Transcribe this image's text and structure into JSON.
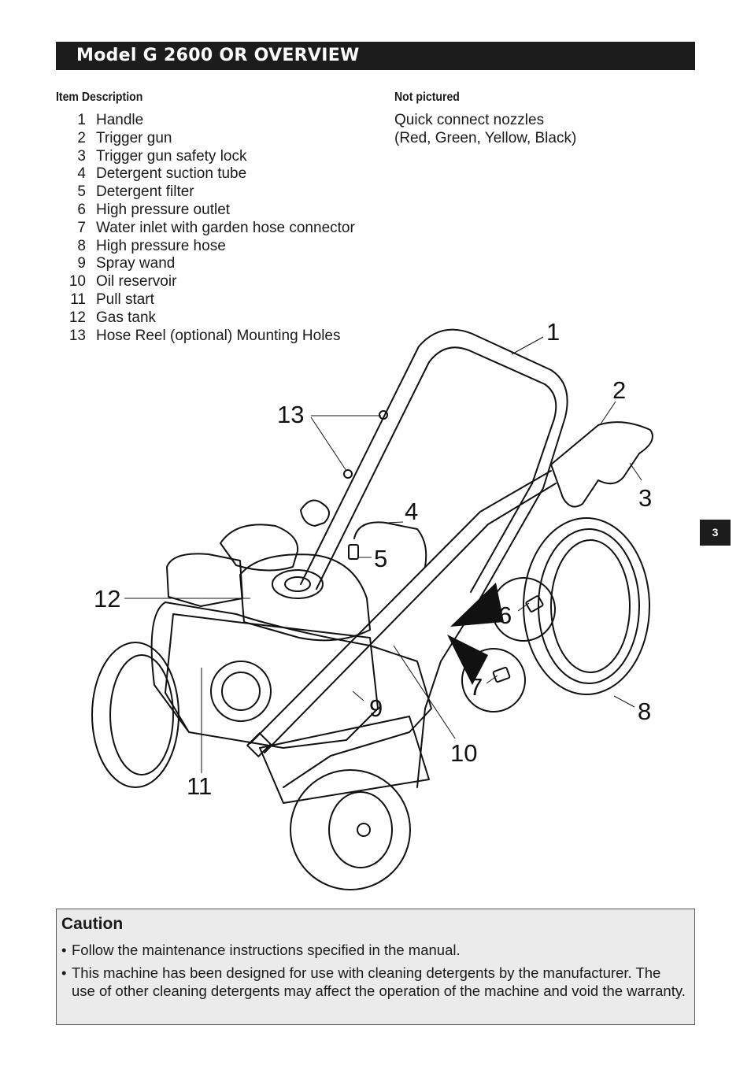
{
  "header": {
    "title": "Model G 2600 OR  OVERVIEW"
  },
  "item_description": {
    "heading": "Item Description",
    "items": [
      {
        "num": "1",
        "label": "Handle"
      },
      {
        "num": "2",
        "label": "Trigger gun"
      },
      {
        "num": "3",
        "label": "Trigger gun safety lock"
      },
      {
        "num": "4",
        "label": "Detergent suction tube"
      },
      {
        "num": "5",
        "label": "Detergent filter"
      },
      {
        "num": "6",
        "label": "High pressure outlet"
      },
      {
        "num": "7",
        "label": "Water inlet with garden hose connector"
      },
      {
        "num": "8",
        "label": "High pressure hose"
      },
      {
        "num": "9",
        "label": "Spray wand"
      },
      {
        "num": "10",
        "label": "Oil reservoir"
      },
      {
        "num": "11",
        "label": "Pull start"
      },
      {
        "num": "12",
        "label": "Gas tank"
      },
      {
        "num": "13",
        "label": "Hose Reel (optional) Mounting Holes"
      }
    ]
  },
  "not_pictured": {
    "heading": "Not pictured",
    "line1": "Quick connect nozzles",
    "line2": "(Red, Green, Yellow, Black)"
  },
  "page_tab": {
    "number": "3"
  },
  "callouts": [
    "1",
    "2",
    "3",
    "4",
    "5",
    "6",
    "7",
    "8",
    "9",
    "10",
    "11",
    "12",
    "13"
  ],
  "caution": {
    "title": "Caution",
    "items": [
      "Follow the maintenance instructions specified in the manual.",
      "This machine has been designed for use with cleaning detergents by the manufacturer. The use of other cleaning detergents may affect the operation of the machine and void the warranty."
    ]
  }
}
